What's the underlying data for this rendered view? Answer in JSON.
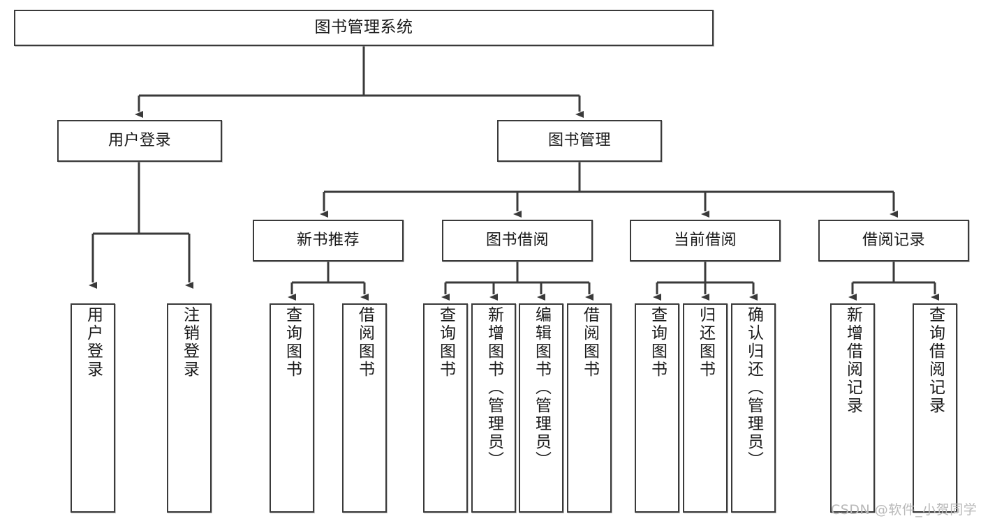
{
  "diagram": {
    "title": "图书管理系统",
    "type": "tree-hierarchy-diagram",
    "colors": {
      "box_border": "#3a3a3a",
      "box_fill": "#ffffff",
      "connector": "#3a3a3a",
      "text": "#1a1a1a",
      "watermark": "#b9b9b9",
      "background": "#ffffff"
    },
    "root": {
      "label": "图书管理系统"
    },
    "level2": [
      {
        "label": "用户登录"
      },
      {
        "label": "图书管理"
      }
    ],
    "level3": [
      {
        "label": "新书推荐"
      },
      {
        "label": "图书借阅"
      },
      {
        "label": "当前借阅"
      },
      {
        "label": "借阅记录"
      }
    ],
    "leaves": {
      "user_login": [
        {
          "label": "用户登录"
        },
        {
          "label": "注销登录"
        }
      ],
      "new_book_recommend": [
        {
          "label": "查询图书"
        },
        {
          "label": "借阅图书"
        }
      ],
      "book_borrow": [
        {
          "label": "查询图书"
        },
        {
          "label": "新增图书（管理员）"
        },
        {
          "label": "编辑图书（管理员）"
        },
        {
          "label": "借阅图书"
        }
      ],
      "current_borrow": [
        {
          "label": "查询图书"
        },
        {
          "label": "归还图书"
        },
        {
          "label": "确认归还（管理员）"
        }
      ],
      "borrow_records": [
        {
          "label": "新增借阅记录"
        },
        {
          "label": "查询借阅记录"
        }
      ]
    },
    "watermark": "CSDN @软件_小贺同学"
  }
}
